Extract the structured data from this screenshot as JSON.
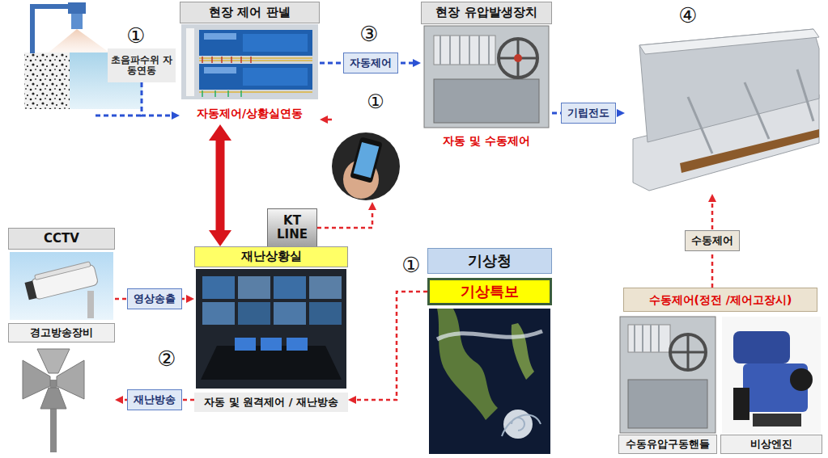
{
  "diagram": {
    "nodes": [
      {
        "text": [
          "초음파수위 자동연동"
        ]
      },
      {
        "text": [
          "현장 제어 판넬",
          "자동제어/상황실연동"
        ]
      },
      {
        "text": [
          "현장 유압발생장치",
          "자동 및 수동제어"
        ]
      },
      {
        "text": [
          "④"
        ]
      },
      {
        "text": [
          "①"
        ]
      },
      {
        "text": [
          "KT LINE"
        ]
      },
      {
        "text": [
          "CCTV"
        ]
      },
      {
        "text": [
          "재난상황실",
          "자동 및 원격제어 / 재난방송"
        ]
      },
      {
        "text": [
          "기상청"
        ]
      },
      {
        "text": [
          "기상특보"
        ]
      },
      {
        "text": [
          "경고방송장비"
        ]
      },
      {
        "text": [
          "수동제어(정전 /제어고장시)"
        ]
      },
      {
        "text": [
          "수동유압구동핸들"
        ]
      },
      {
        "text": [
          "비상엔진"
        ]
      }
    ],
    "edges": [
      {
        "from": 0,
        "to": 1,
        "arrow": "to"
      },
      {
        "from": 1,
        "to": 2,
        "label": "자동제어",
        "arrow": "to"
      },
      {
        "from": 2,
        "to": 3,
        "label": "기립전도",
        "arrow": "to"
      },
      {
        "from": 4,
        "to": 1,
        "arrow": "to"
      },
      {
        "from": 5,
        "to": 4,
        "arrow": "to"
      },
      {
        "from": 1,
        "to": 7,
        "arrow": "both"
      },
      {
        "from": 6,
        "to": 7,
        "label": "영상송출",
        "arrow": "to"
      },
      {
        "from": 7,
        "to": 10,
        "label": "재난방송",
        "arrow": "to"
      },
      {
        "from": 9,
        "to": 7,
        "arrow": "to"
      },
      {
        "from": 11,
        "to": 3,
        "label": "수동제어",
        "arrow": "to"
      }
    ],
    "labels": [
      "①",
      "③",
      "②",
      "①"
    ]
  }
}
